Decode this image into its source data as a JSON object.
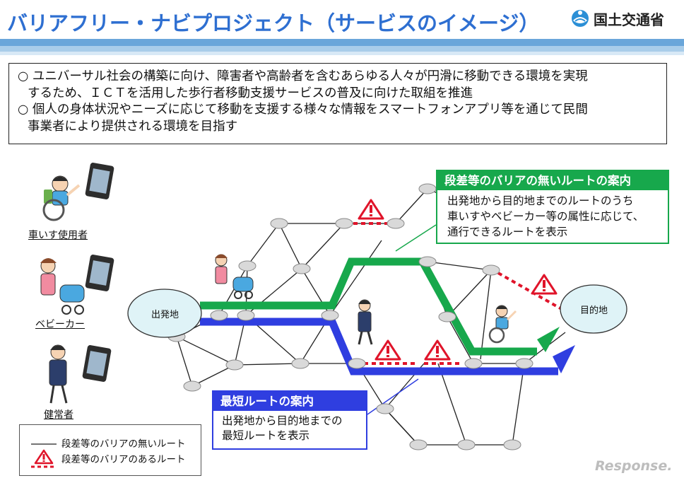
{
  "header": {
    "title": "バリアフリー・ナビプロジェクト（サービスのイメージ）",
    "logo_text": "国土交通省"
  },
  "intro": {
    "line1": "○ ユニバーサル社会の構築に向け、障害者や高齢者を含むあらゆる人々が円滑に移動できる環境を実現",
    "line2": "するため、ＩＣＴを活用した歩行者移動支援サービスの普及に向けた取組を推進",
    "line3": "○ 個人の身体状況やニーズに応じて移動を支援する様々な情報をスマートフォンアプリ等を通じて民間",
    "line4": "事業者により提供される環境を目指す"
  },
  "users": {
    "wheelchair": "車いす使用者",
    "stroller": "ベビーカー",
    "healthy": "健常者"
  },
  "nodes": {
    "start": "出発地",
    "goal": "目的地"
  },
  "green_callout": {
    "title": "段差等のバリアの無いルートの案内",
    "line1": "出発地から目的地までのルートのうち",
    "line2": "車いすやベビーカー等の属性に応じて、",
    "line3": "通行できるルートを表示"
  },
  "blue_callout": {
    "title": "最短ルートの案内",
    "line1": "出発地から目的地までの",
    "line2": "最短ルートを表示"
  },
  "legend": {
    "no_barrier": "段差等のバリアの無いルート",
    "barrier": "段差等のバリアのあるルート"
  },
  "watermark": "Response.",
  "colors": {
    "title_blue": "#2e6fd1",
    "green_route": "#17a84c",
    "blue_route": "#2f3ee0",
    "barrier_red": "#e0142a",
    "node_fill": "#d9d9d9",
    "endpoint_fill": "#dff3f7"
  }
}
